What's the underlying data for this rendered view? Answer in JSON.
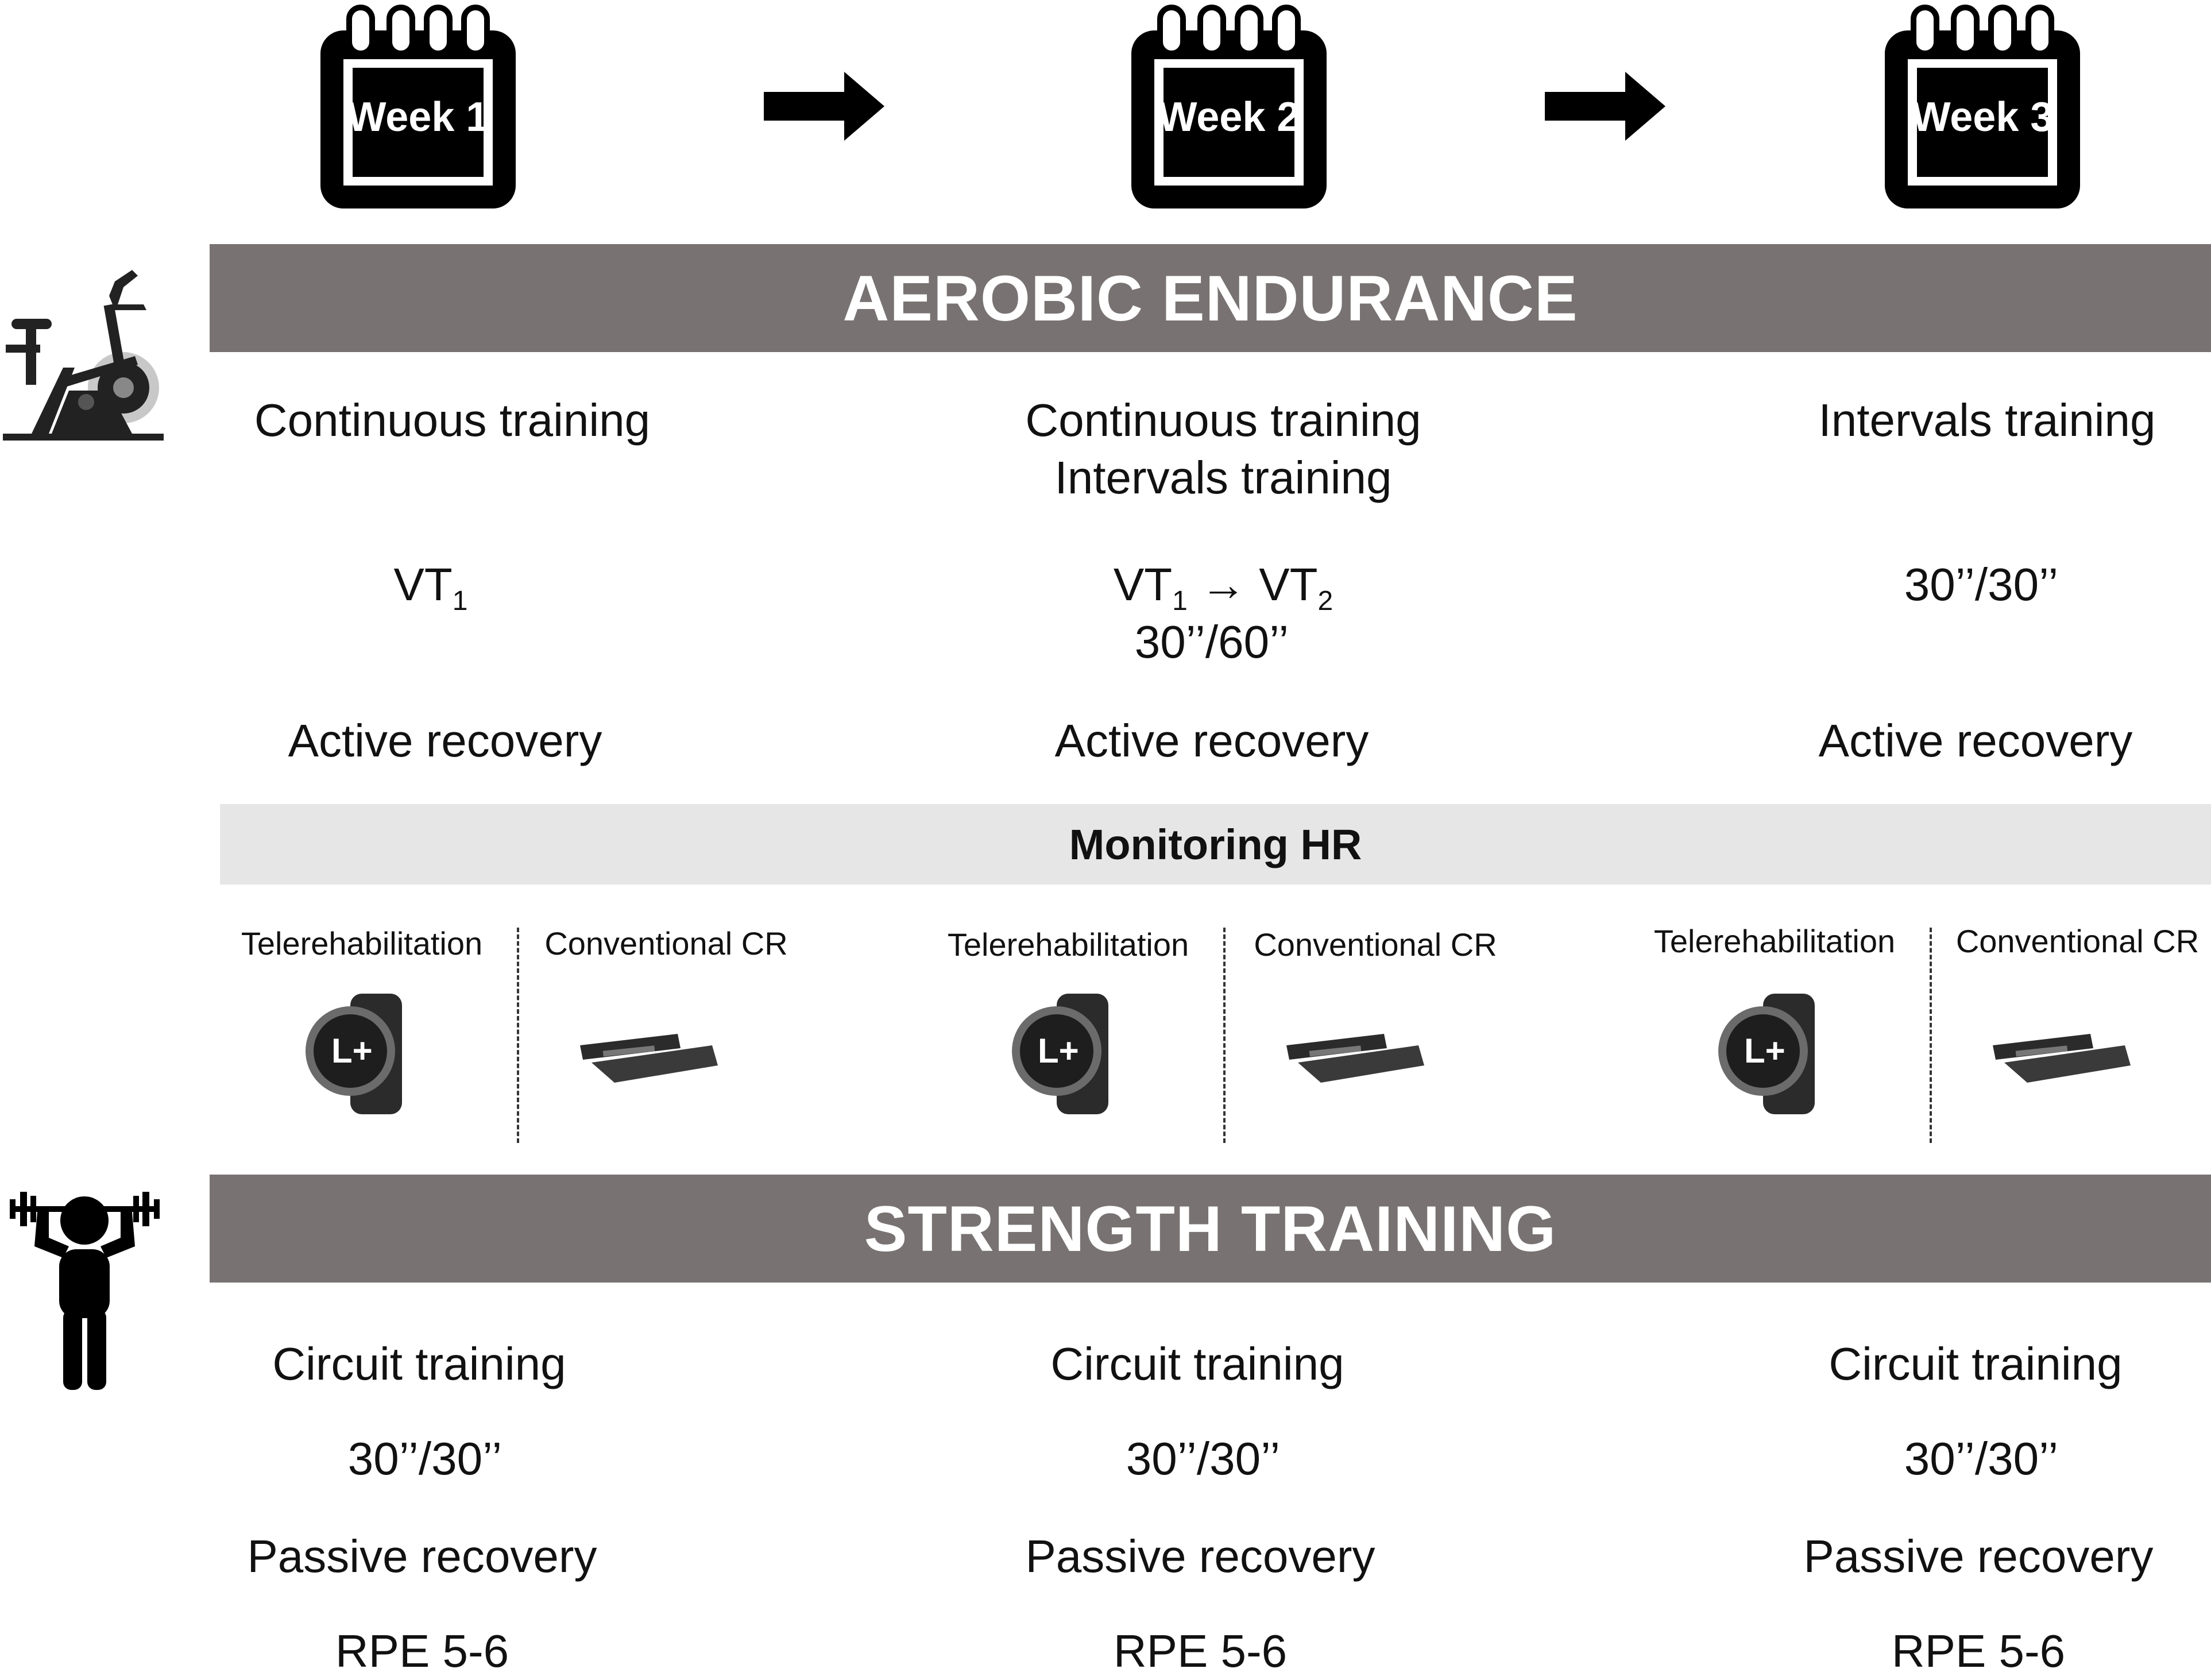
{
  "weeks": [
    "Week 1",
    "Week 2",
    "Week 3"
  ],
  "aerobic": {
    "title": "AEROBIC ENDURANCE",
    "week1": {
      "type": "Continuous training",
      "intensity_main": "VT",
      "intensity_sub": "1",
      "recovery": "Active recovery"
    },
    "week2": {
      "type_line1": "Continuous training",
      "type_line2": "Intervals training",
      "intensity_a": "VT",
      "intensity_a_sub": "1",
      "intensity_arrow": " → ",
      "intensity_b": "VT",
      "intensity_b_sub": "2",
      "intervals": "30’’/60’’",
      "recovery": "Active recovery"
    },
    "week3": {
      "type": "Intervals training",
      "intervals": "30’’/30’’",
      "recovery": "Active recovery"
    }
  },
  "monitoring": {
    "title": "Monitoring HR",
    "left_label": "Telerehabilitation",
    "right_label": "Conventional CR",
    "left_device": "smartwatch",
    "right_device": "chest-strap"
  },
  "strength": {
    "title": "STRENGTH TRAINING",
    "type": "Circuit training",
    "intervals": "30’’/30’’",
    "recovery": "Passive recovery",
    "rpe": "RPE 5-6"
  },
  "colors": {
    "banner": "#787372",
    "subbanner": "#e6e6e6",
    "icon": "#000000"
  },
  "icons": [
    "calendar-icon",
    "right-arrow-icon",
    "exercise-bike-icon",
    "weightlifter-icon",
    "smartwatch-icon",
    "chest-strap-icon"
  ]
}
